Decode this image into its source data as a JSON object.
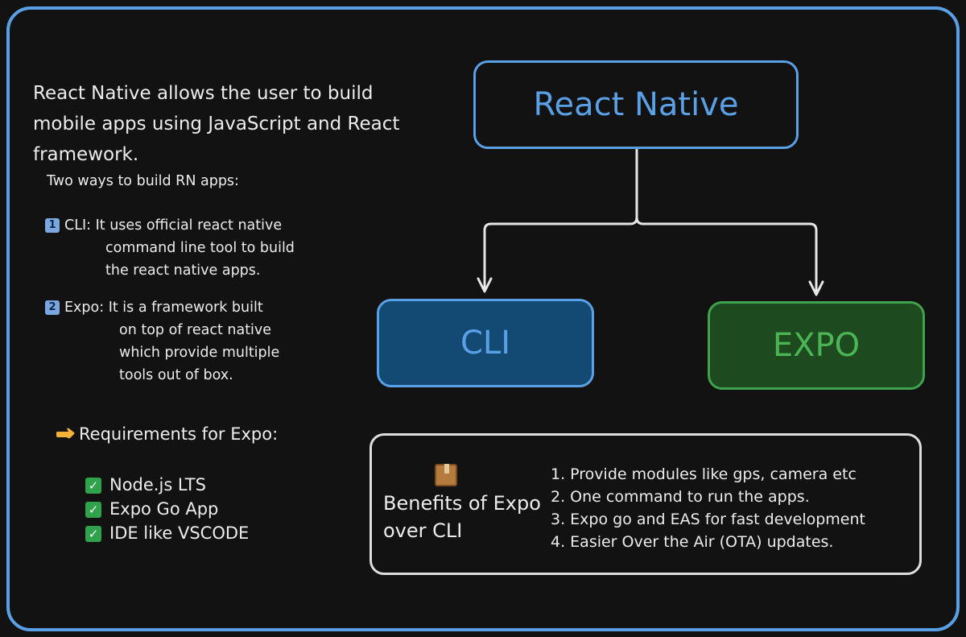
{
  "intro": "React Native allows the user to build mobile apps using JavaScript and React framework.",
  "ways": {
    "title": "Two ways to build RN apps:",
    "items": [
      {
        "num": "1",
        "label": "CLI:",
        "desc1": "It uses official react native",
        "desc2": "command line tool to build",
        "desc3": "the react native apps."
      },
      {
        "num": "2",
        "label": "Expo:",
        "desc1": "It is a framework built",
        "desc2": "on top of react native",
        "desc3": "which provide multiple",
        "desc4": "tools out of box."
      }
    ]
  },
  "requirements": {
    "title": "Requirements for Expo:",
    "icon": "pointing-right-icon",
    "items": [
      "Node.js LTS",
      "Expo Go App",
      "IDE like VSCODE"
    ]
  },
  "diagram": {
    "root": "React Native",
    "left": "CLI",
    "right": "EXPO"
  },
  "benefits": {
    "icon": "package-icon",
    "title": "Benefits of Expo over CLI",
    "items": [
      "1.  Provide modules like gps, camera etc",
      "2. One command to run the apps.",
      "3. Expo go and EAS for fast development",
      "4. Easier Over the Air (OTA) updates."
    ]
  },
  "colors": {
    "frame": "#5aa0e6",
    "cli_fill": "#134a74",
    "expo_stroke": "#3fa24c",
    "expo_fill": "#1d4a1e",
    "background": "#121212"
  }
}
